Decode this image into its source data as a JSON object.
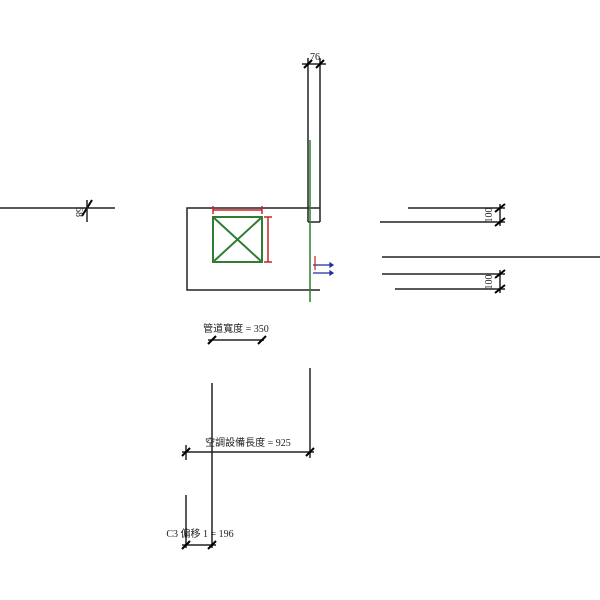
{
  "dimensions": {
    "left_offset": "68",
    "top_width": "76",
    "right_upper": "100",
    "right_lower": "100",
    "duct_width": "管道寬度 = 350",
    "equipment_length": "空調設備長度 = 925",
    "c3_offset": "C3 偏移 1 = 196"
  },
  "colors": {
    "line": "#222222",
    "equipment": "#2e7d32",
    "dimension_red": "#cc2222",
    "connector_blue": "#1f2f9f"
  }
}
